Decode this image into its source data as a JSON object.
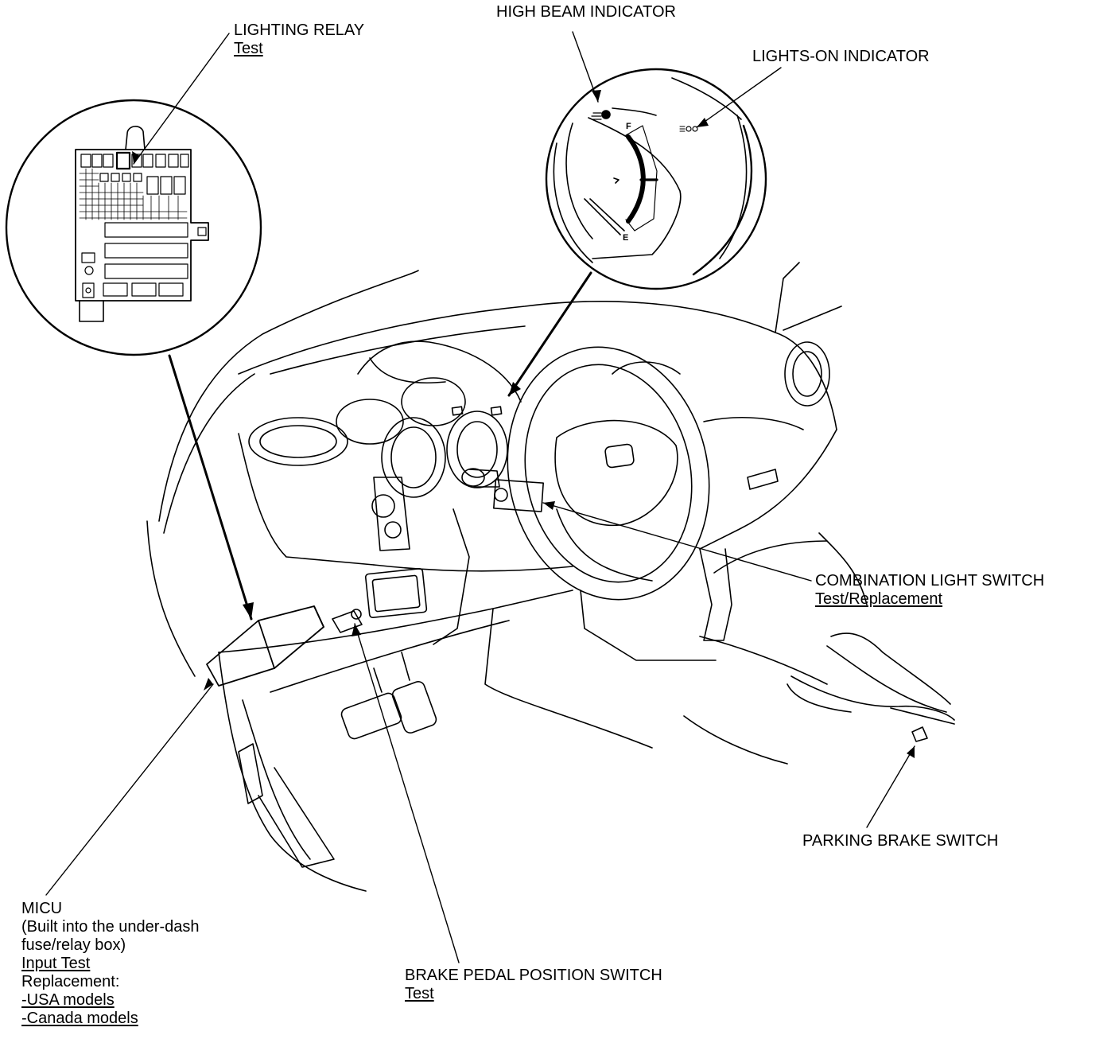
{
  "labels": {
    "lighting_relay": {
      "title": "LIGHTING RELAY",
      "link": "Test"
    },
    "high_beam": {
      "title": "HIGH BEAM INDICATOR"
    },
    "lights_on": {
      "title": "LIGHTS-ON INDICATOR"
    },
    "combination": {
      "title": "COMBINATION LIGHT SWITCH",
      "link": "Test/Replacement"
    },
    "parking_brake": {
      "title": "PARKING BRAKE SWITCH"
    },
    "brake_pedal": {
      "title": "BRAKE PEDAL POSITION SWITCH",
      "link": "Test"
    },
    "micu": {
      "title": "MICU",
      "line2": "(Built into the under-dash",
      "line3": "fuse/relay box)",
      "link_input": "Input Test",
      "replacement": "Replacement:",
      "link_usa": "-USA models",
      "link_canada": "-Canada models"
    }
  },
  "gauge": {
    "full_mark": "F",
    "empty_mark": "E"
  },
  "colors": {
    "ink": "#000000",
    "paper": "#ffffff"
  }
}
